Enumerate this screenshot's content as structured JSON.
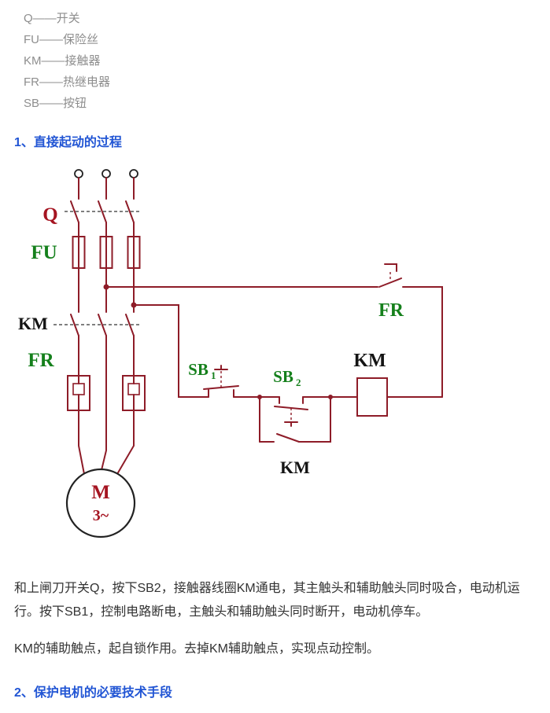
{
  "colors": {
    "wire": "#8e1c28",
    "green": "#15801c",
    "dark_red": "#a51421",
    "black_label": "#141414",
    "heading_blue": "#2155d4",
    "legend_gray": "#8e8e8e",
    "body_text": "#333333"
  },
  "legend": {
    "items": [
      "Q——开关",
      "FU——保险丝",
      "KM——接触器",
      "FR——热继电器",
      "SB——按钮"
    ]
  },
  "sections": {
    "heading_1": "1、直接起动的过程",
    "paragraph_1": "和上闸刀开关Q，按下SB2，接触器线圈KM通电，其主触头和辅助触头同时吸合，电动机运行。按下SB1，控制电路断电，主触头和辅助触头同时断开，电动机停车。",
    "paragraph_2": "KM的辅助触点，起自锁作用。去掉KM辅助触点，实现点动控制。",
    "heading_2": "2、保护电机的必要技术手段"
  },
  "diagram": {
    "labels": {
      "switch": "Q",
      "fuse": "FU",
      "contactor_main": "KM",
      "thermal_main": "FR",
      "thermal_contact": "FR",
      "stop_button": "SB",
      "stop_button_sub": "1",
      "start_button": "SB",
      "start_button_sub": "2",
      "coil": "KM",
      "aux_contact": "KM",
      "motor_letter": "M",
      "motor_phases": "3~"
    }
  }
}
